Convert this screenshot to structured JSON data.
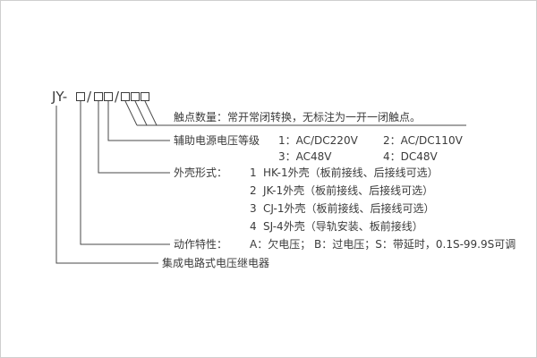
{
  "frame": {
    "bg_color": "#ffffff",
    "border_color": "#cfcfcf",
    "line_color": "#4a4a4a",
    "text_color": "#3b3b3b"
  },
  "model_code": {
    "prefix": "JY-",
    "slash1": "/",
    "slash2": "/"
  },
  "rows": {
    "contact": {
      "text": "触点数量：常开常闭转换，无标注为一开一闭触点。"
    },
    "aux": {
      "title": "辅助电源电压等级",
      "opt1": "1：AC/DC220V",
      "opt2": "2：AC/DC110V",
      "opt3": "3：AC48V",
      "opt4": "4：DC48V"
    },
    "case": {
      "title": "外壳形式：",
      "options": [
        {
          "num": "1",
          "desc": "HK-1外壳（板前接线、后接线可选）"
        },
        {
          "num": "2",
          "desc": "JK-1外壳（板前接线、后接线可选）"
        },
        {
          "num": "3",
          "desc": "CJ-1外壳（板前接线、后接线可选）"
        },
        {
          "num": "4",
          "desc": "SJ-4外壳（导轨安装、板前接线）"
        }
      ]
    },
    "action": {
      "title": "动作特性：",
      "desc": "A：欠电压；  B：过电压；S：带延时，0.1S-99.9S可调"
    },
    "product": {
      "text": "集成电路式电压继电器"
    }
  }
}
